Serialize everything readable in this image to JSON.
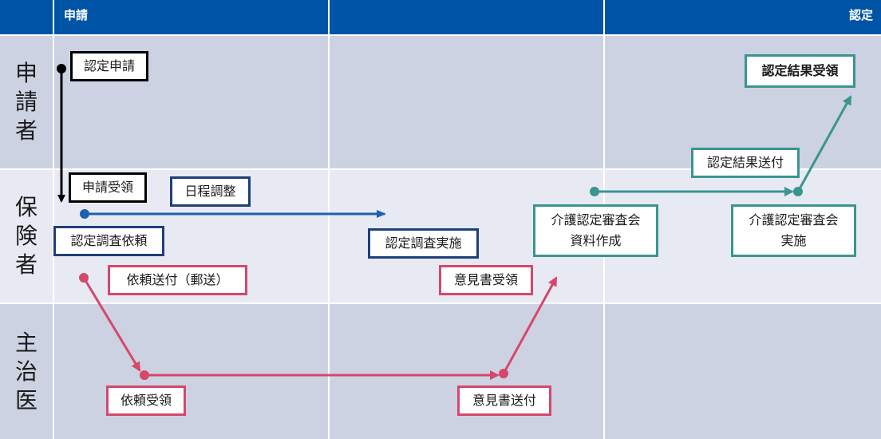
{
  "header": {
    "col1": "申請",
    "col2": "",
    "col3": "認定"
  },
  "lanes": {
    "applicant": [
      "申",
      "請",
      "者"
    ],
    "insurer": [
      "保",
      "険",
      "者"
    ],
    "doctor": [
      "主",
      "治",
      "医"
    ]
  },
  "boxes": {
    "nintei_shinsei": "認定申請",
    "shinsei_juryo": "申請受領",
    "nittei_chosei": "日程調整",
    "chosa_irai": "認定調査依頼",
    "irai_sofu": "依頼送付（郵送）",
    "chosa_jisshi": "認定調査実施",
    "ikensho_juryo": "意見書受領",
    "shiryo_sakusei": [
      "介護認定審査会",
      "資料作成"
    ],
    "shinsakai_jisshi": [
      "介護認定審査会",
      "実施"
    ],
    "kekka_sofu": "認定結果送付",
    "kekka_juryo": "認定結果受領",
    "irai_juryo": "依頼受領",
    "ikensho_sofu": "意見書送付"
  },
  "colors": {
    "header": "#0054a6",
    "lane_dark": "#ccd2e2",
    "lane_light": "#e8eaf3",
    "black": "#000000",
    "blue": "#1f5fb0",
    "red": "#d6476b",
    "teal": "#3a9590"
  }
}
